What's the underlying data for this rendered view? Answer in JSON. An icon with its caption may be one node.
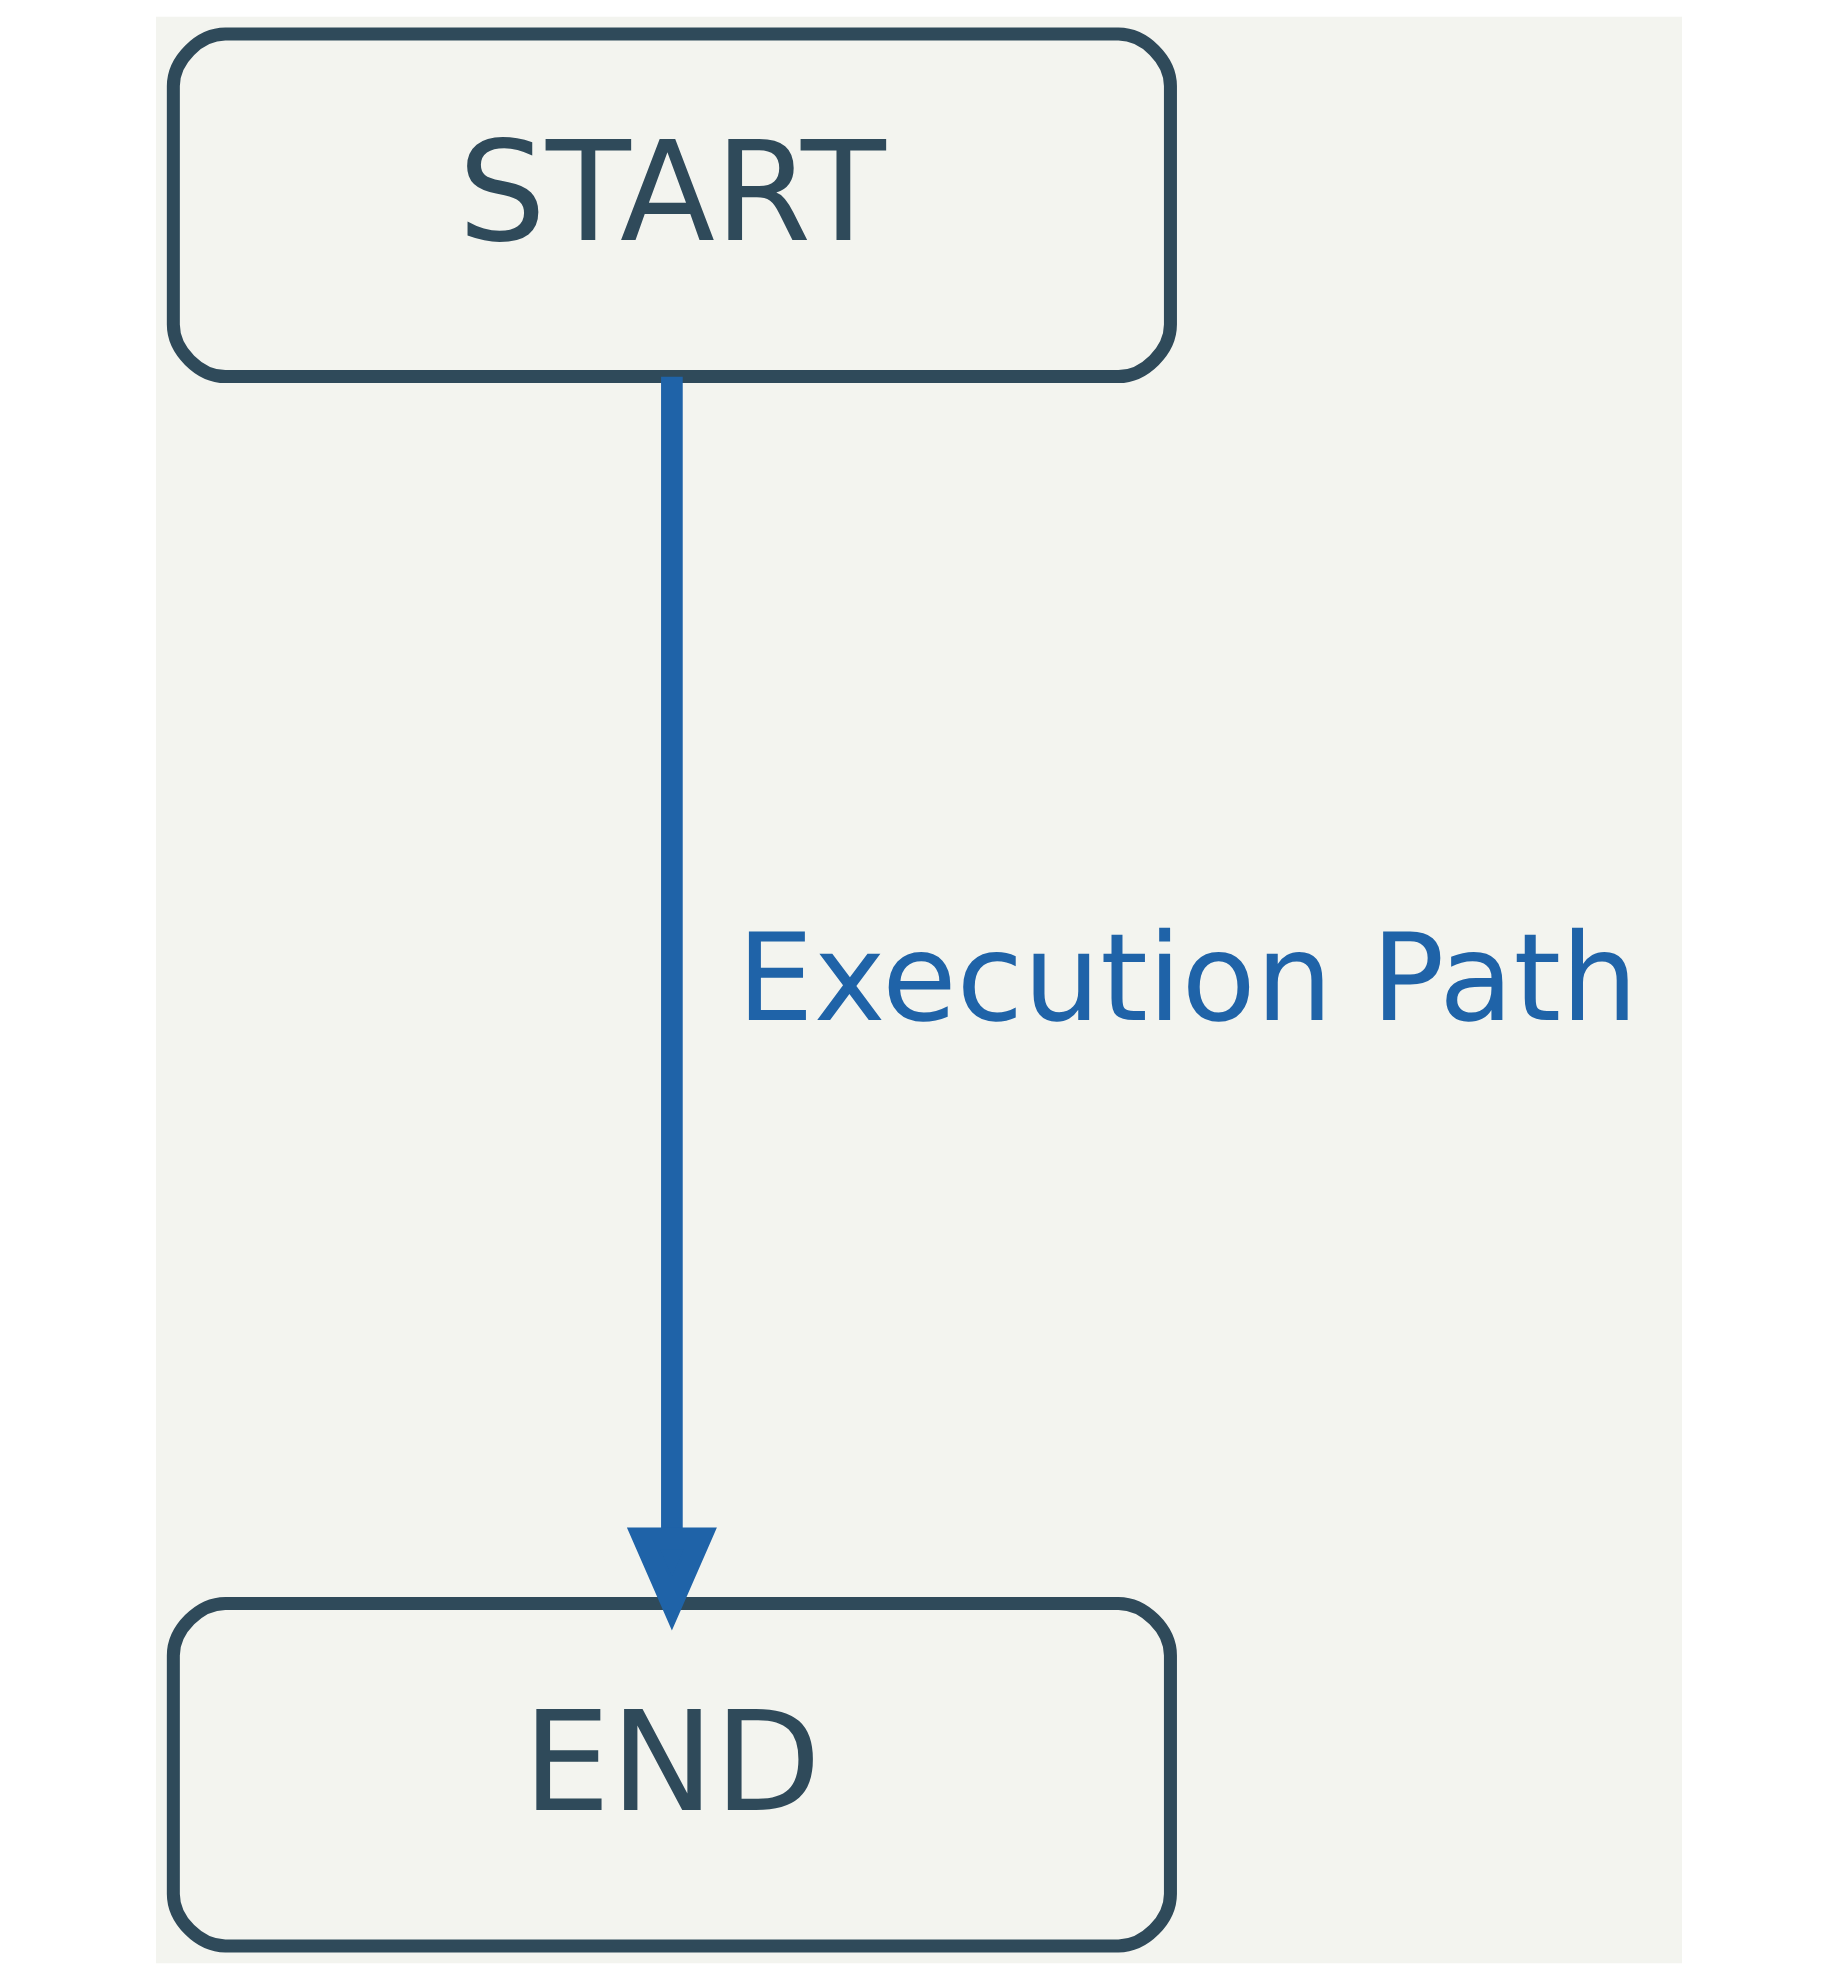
{
  "diagram": {
    "nodes": [
      {
        "text": [
          "START"
        ]
      },
      {
        "text": [
          "END"
        ]
      }
    ],
    "edges": [
      {
        "from": 0,
        "to": 1,
        "arrow": "to",
        "label": "Execution Path"
      }
    ]
  }
}
